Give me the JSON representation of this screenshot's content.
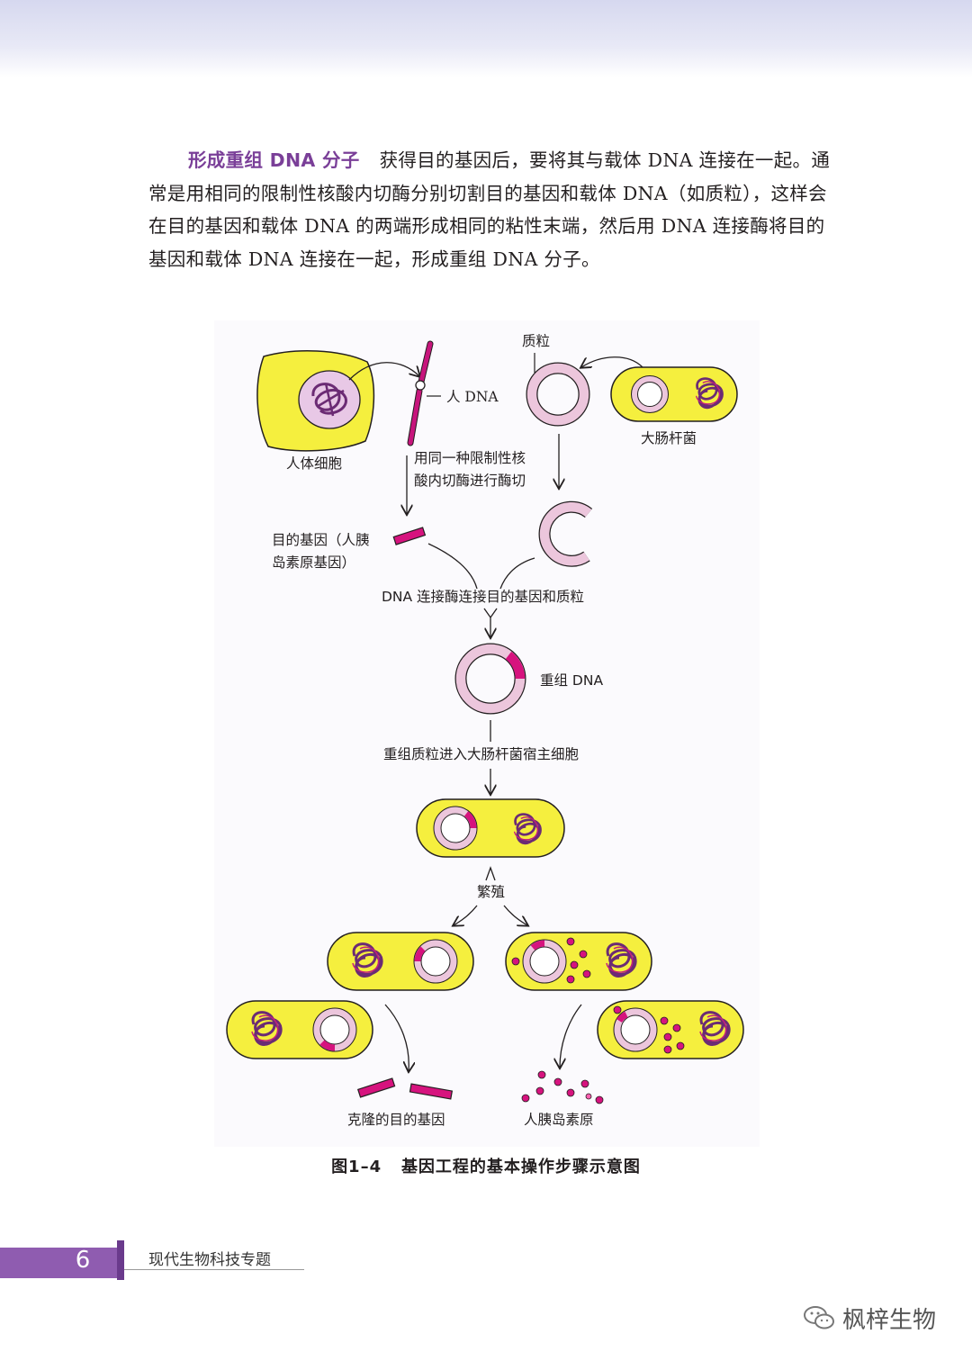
{
  "paragraph": {
    "lead": "形成重组 DNA 分子",
    "body": "获得目的基因后，要将其与载体 DNA 连接在一起。通常是用相同的限制性核酸内切酶分别切割目的基因和载体 DNA（如质粒），这样会在目的基因和载体 DNA 的两端形成相同的粘性末端，然后用 DNA 连接酶将目的基因和载体 DNA 连接在一起，形成重组 DNA 分子。"
  },
  "figure": {
    "labels": {
      "plasmid": "质粒",
      "human_dna": "人 DNA",
      "human_cell": "人体细胞",
      "ecoli": "大肠杆菌",
      "cut_line1": "用同一种限制性核",
      "cut_line2": "酸内切酶进行酶切",
      "gene_line1": "目的基因（人胰",
      "gene_line2": "岛素原基因）",
      "ligase": "DNA 连接酶连接目的基因和质粒",
      "recombinant": "重组 DNA",
      "enter": "重组质粒进入大肠杆菌宿主细胞",
      "reproduce": "繁殖",
      "cloned_gene": "克隆的目的基因",
      "proinsulin": "人胰岛素原"
    },
    "caption_num": "图1–4",
    "caption_text": "基因工程的基本操作步骤示意图",
    "colors": {
      "cell_yellow": "#f5ef3e",
      "ring_pink": "#ecc6dc",
      "gene_magenta": "#d6137e",
      "chromosome": "#6b2b74"
    }
  },
  "footer": {
    "page_number": "6",
    "book_title": "现代生物科技专题"
  },
  "watermark": {
    "text": "枫梓生物",
    "icon": "wechat-icon"
  }
}
